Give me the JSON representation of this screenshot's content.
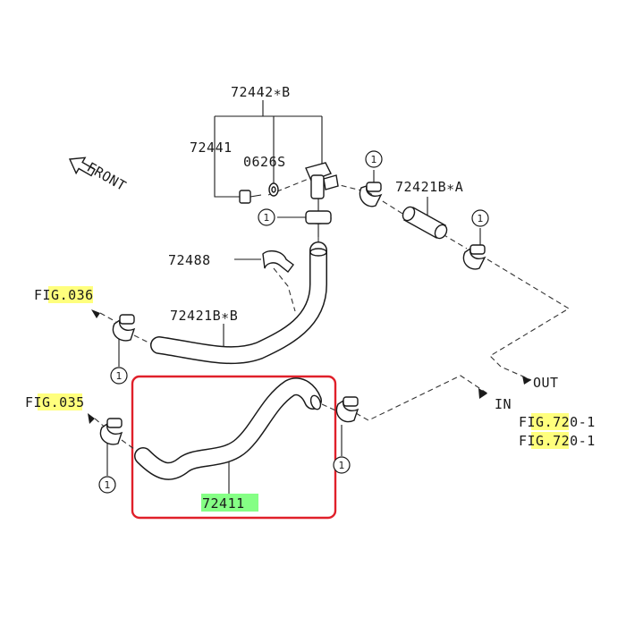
{
  "colors": {
    "highlight_yellow": "#ffff66",
    "highlight_green": "#66ff66",
    "frame_red": "#e0202a",
    "line": "#1a1a1a"
  },
  "labels": {
    "p72442b": "72442∗B",
    "p72441": "72441",
    "p0626s": "0626S",
    "p72421ba": "72421B∗A",
    "p72488": "72488",
    "p72421bb": "72421B∗B",
    "p72411": "72411",
    "front": "FRONT",
    "out": "OUT",
    "in": "IN",
    "fig036": "FIG.036",
    "fig035": "FIG.035",
    "fig720a": "FIG.720-1",
    "fig720b": "FIG.720-1",
    "callout": "1"
  }
}
